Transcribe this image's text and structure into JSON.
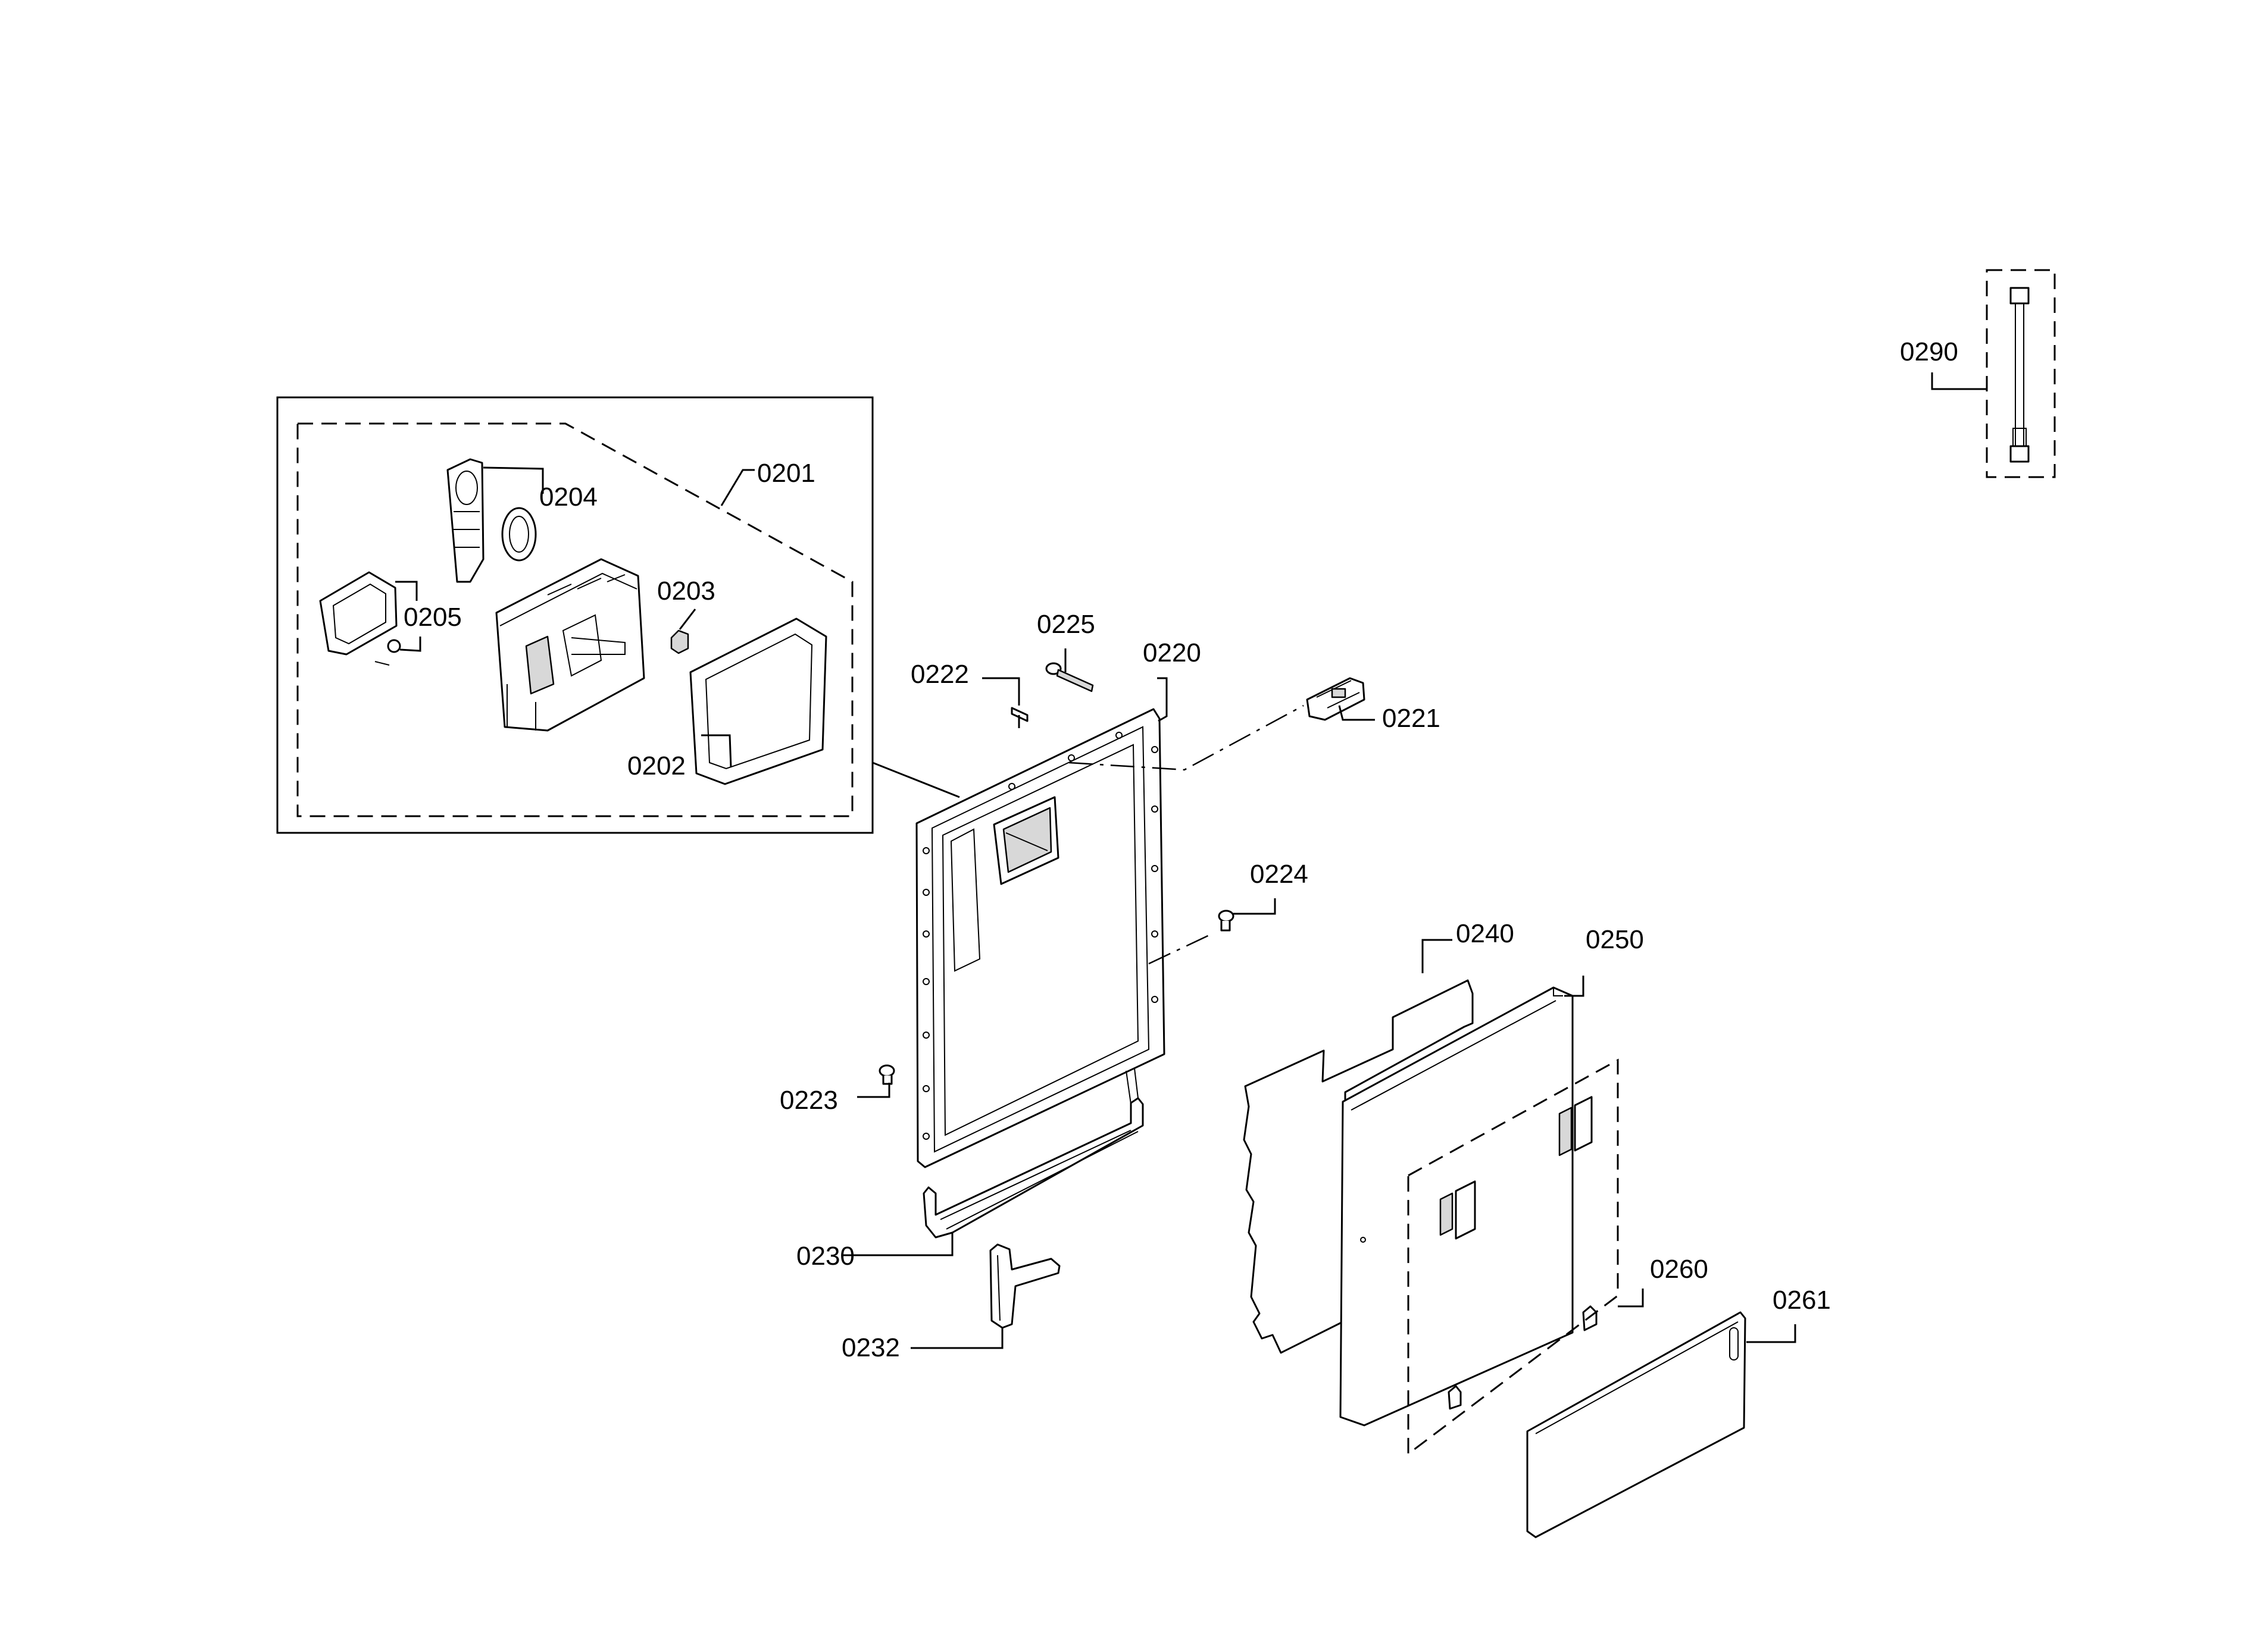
{
  "labels": {
    "p0201": "0201",
    "p0202": "0202",
    "p0203": "0203",
    "p0204": "0204",
    "p0205": "0205",
    "p0220": "0220",
    "p0221": "0221",
    "p0222": "0222",
    "p0223": "0223",
    "p0224": "0224",
    "p0225": "0225",
    "p0230": "0230",
    "p0232": "0232",
    "p0240": "0240",
    "p0250": "0250",
    "p0260": "0260",
    "p0261": "0261",
    "p0290": "0290"
  }
}
